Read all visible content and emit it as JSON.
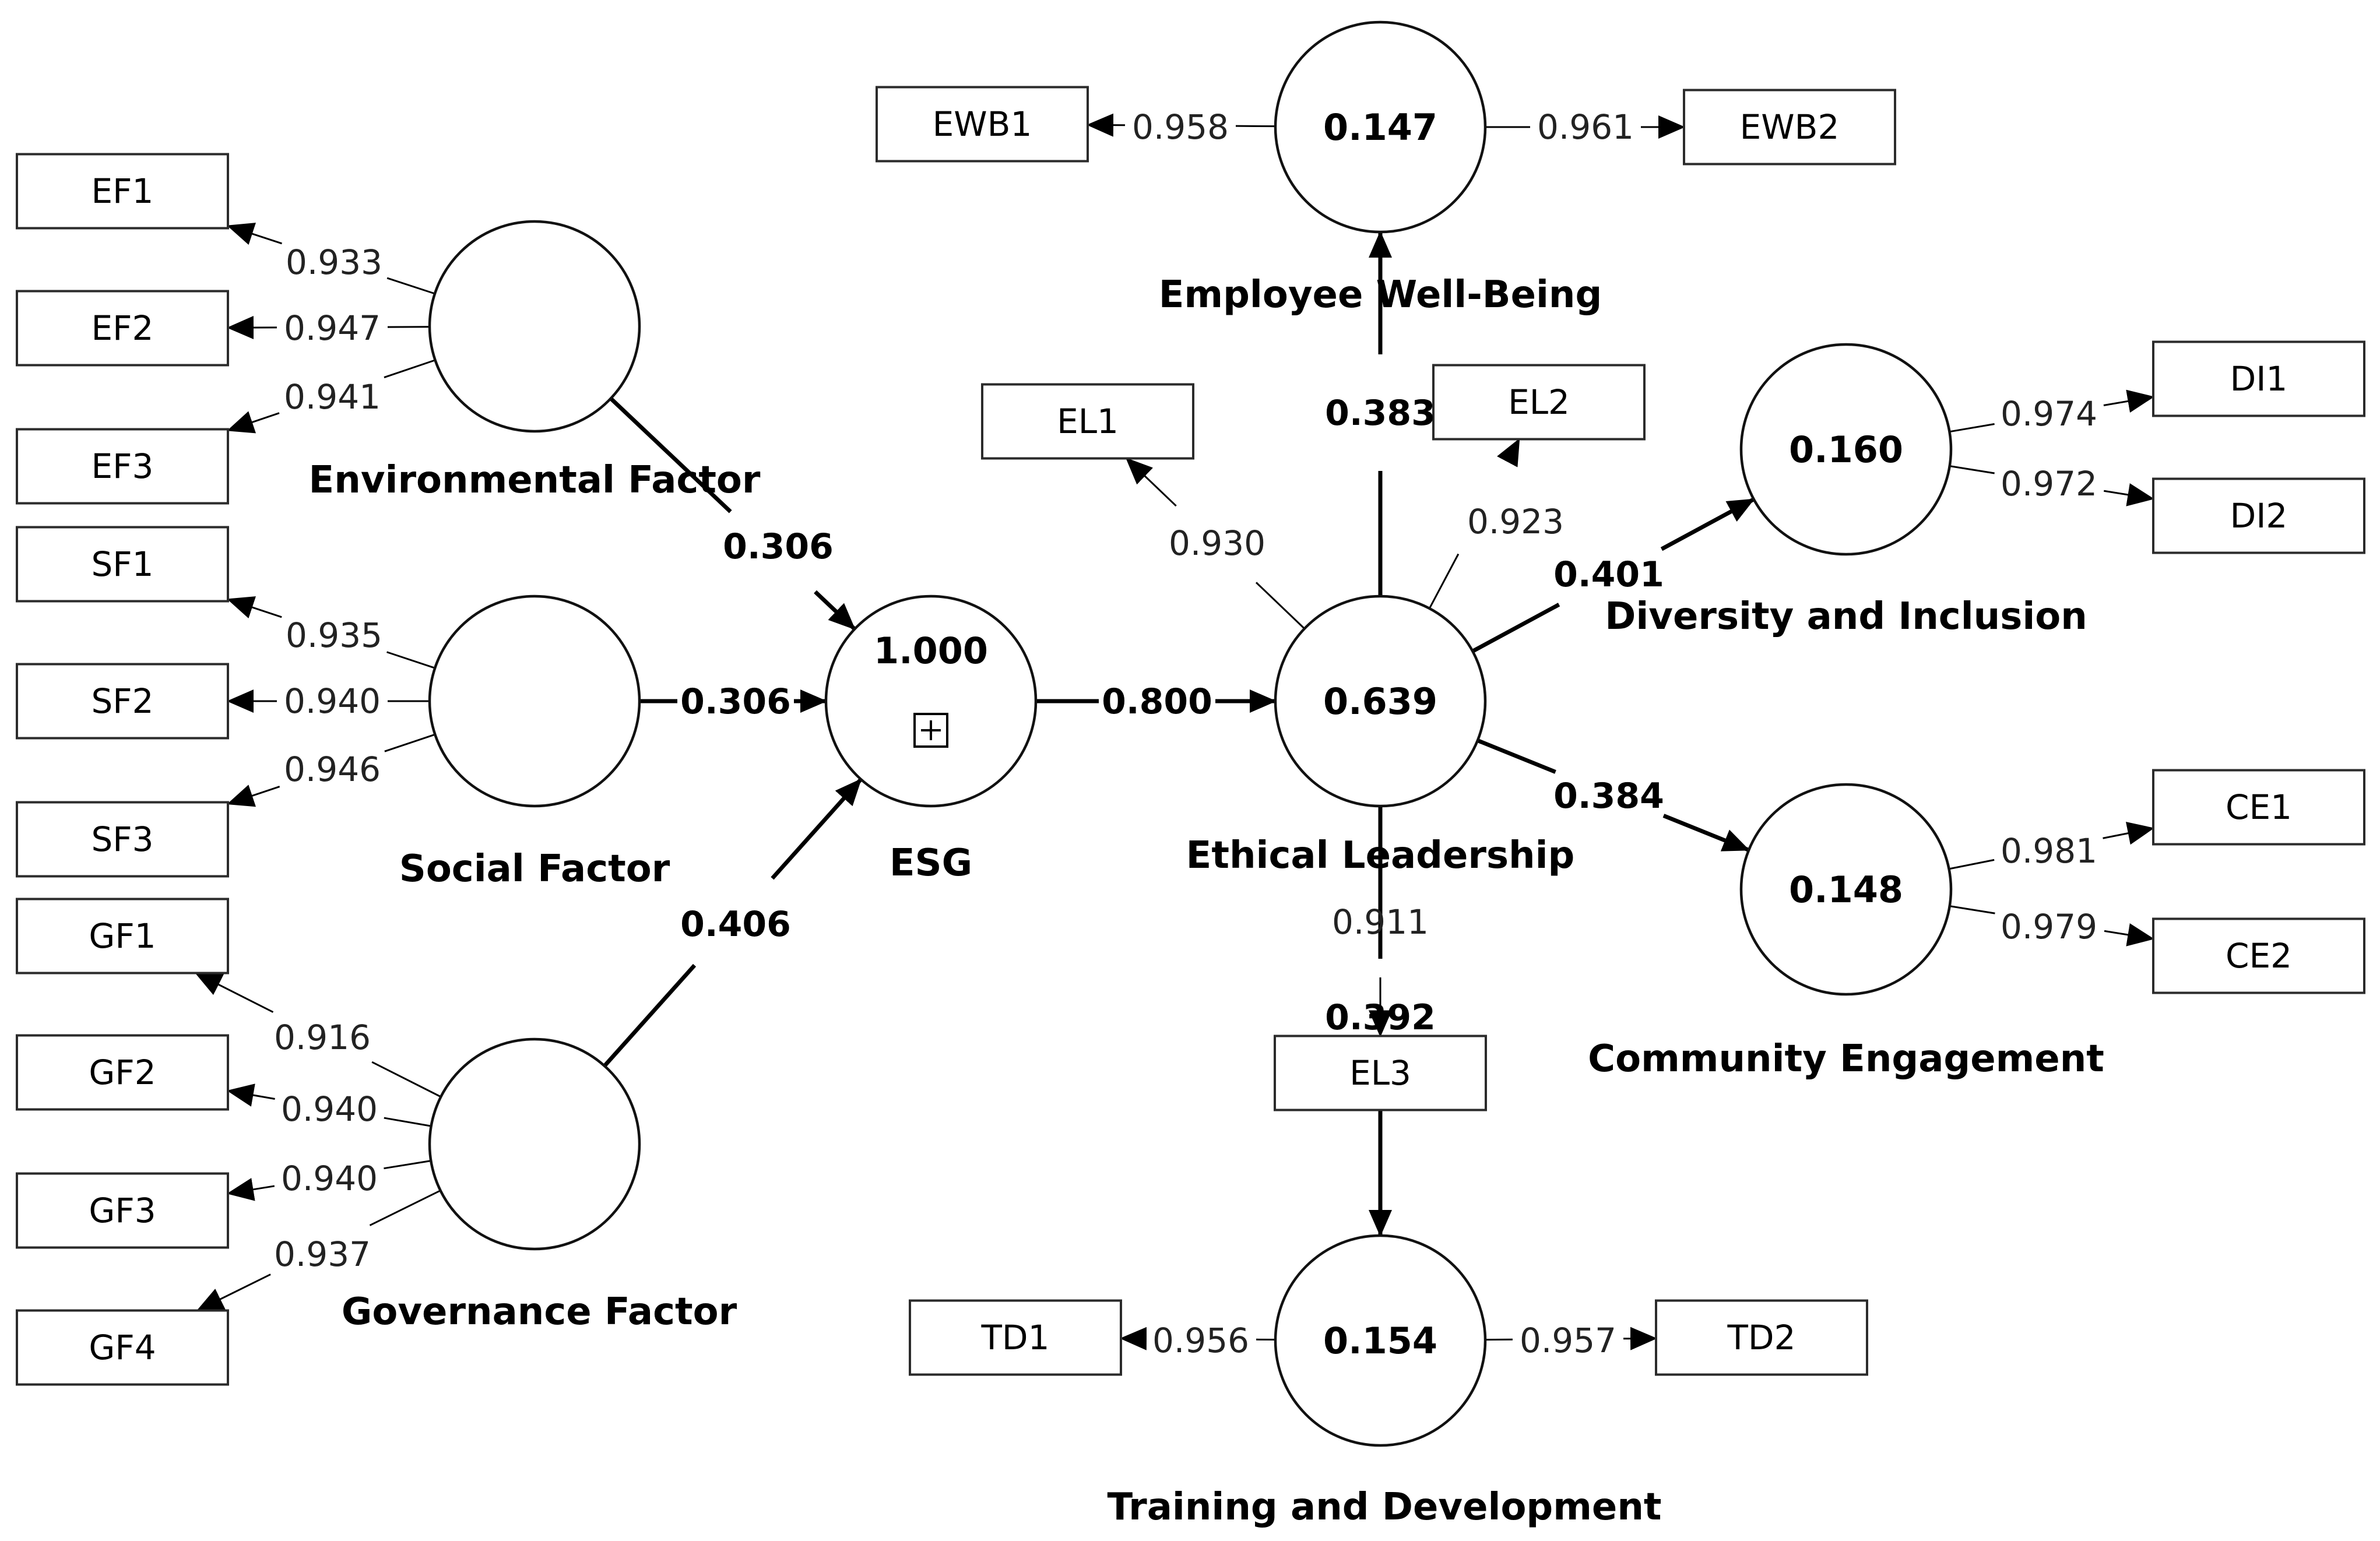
{
  "latents": [
    {
      "id": "EF",
      "name": "Environmental Factor",
      "r2": ""
    },
    {
      "id": "SF",
      "name": "Social Factor",
      "r2": ""
    },
    {
      "id": "GF",
      "name": "Governance Factor",
      "r2": ""
    },
    {
      "id": "ESG",
      "name": "ESG",
      "r2": "1.000"
    },
    {
      "id": "EL",
      "name": "Ethical Leadership",
      "r2": "0.639"
    },
    {
      "id": "EWB",
      "name": "Employee Well-Being",
      "r2": "0.147"
    },
    {
      "id": "DI",
      "name": "Diversity and Inclusion",
      "r2": "0.160"
    },
    {
      "id": "CE",
      "name": "Community Engagement",
      "r2": "0.148"
    },
    {
      "id": "TD",
      "name": "Training and Development",
      "r2": "0.154"
    }
  ],
  "indicators": [
    {
      "id": "EF1",
      "latent": "EF",
      "loading": "0.933"
    },
    {
      "id": "EF2",
      "latent": "EF",
      "loading": "0.947"
    },
    {
      "id": "EF3",
      "latent": "EF",
      "loading": "0.941"
    },
    {
      "id": "SF1",
      "latent": "SF",
      "loading": "0.935"
    },
    {
      "id": "SF2",
      "latent": "SF",
      "loading": "0.940"
    },
    {
      "id": "SF3",
      "latent": "SF",
      "loading": "0.946"
    },
    {
      "id": "GF1",
      "latent": "GF",
      "loading": "0.916"
    },
    {
      "id": "GF2",
      "latent": "GF",
      "loading": "0.940"
    },
    {
      "id": "GF3",
      "latent": "GF",
      "loading": "0.940"
    },
    {
      "id": "GF4",
      "latent": "GF",
      "loading": "0.937"
    },
    {
      "id": "EWB1",
      "latent": "EWB",
      "loading": "0.958"
    },
    {
      "id": "EWB2",
      "latent": "EWB",
      "loading": "0.961"
    },
    {
      "id": "EL1",
      "latent": "EL",
      "loading": "0.930"
    },
    {
      "id": "EL2",
      "latent": "EL",
      "loading": "0.923"
    },
    {
      "id": "EL3",
      "latent": "EL",
      "loading": "0.911"
    },
    {
      "id": "DI1",
      "latent": "DI",
      "loading": "0.974"
    },
    {
      "id": "DI2",
      "latent": "DI",
      "loading": "0.972"
    },
    {
      "id": "CE1",
      "latent": "CE",
      "loading": "0.981"
    },
    {
      "id": "CE2",
      "latent": "CE",
      "loading": "0.979"
    },
    {
      "id": "TD1",
      "latent": "TD",
      "loading": "0.956"
    },
    {
      "id": "TD2",
      "latent": "TD",
      "loading": "0.957"
    }
  ],
  "paths": [
    {
      "from": "EF",
      "to": "ESG",
      "coef": "0.306"
    },
    {
      "from": "SF",
      "to": "ESG",
      "coef": "0.306"
    },
    {
      "from": "GF",
      "to": "ESG",
      "coef": "0.406"
    },
    {
      "from": "ESG",
      "to": "EL",
      "coef": "0.800"
    },
    {
      "from": "EL",
      "to": "EWB",
      "coef": "0.383"
    },
    {
      "from": "EL",
      "to": "DI",
      "coef": "0.401"
    },
    {
      "from": "EL",
      "to": "CE",
      "coef": "0.384"
    },
    {
      "from": "EL",
      "to": "TD",
      "coef": "0.392"
    }
  ]
}
